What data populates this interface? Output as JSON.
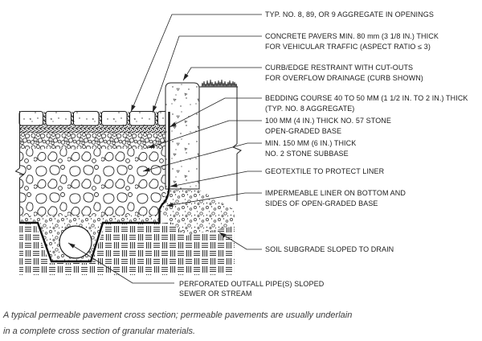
{
  "figure": {
    "caption": {
      "line1": "A typical permeable pavement cross section; permeable pavements are usually underlain",
      "line2": "in a complete cross section of granular materials."
    }
  },
  "callouts": {
    "aggregate_openings": {
      "line1": "TYP. NO. 8, 89, OR 9 AGGREGATE IN OPENINGS"
    },
    "concrete_pavers": {
      "line1": "CONCRETE PAVERS MIN. 80 mm (3 1/8 IN.) THICK",
      "line2": "FOR VEHICULAR TRAFFIC (ASPECT RATIO ≤ 3)"
    },
    "curb_edge_restraint": {
      "line1": "CURB/EDGE RESTRAINT WITH CUT-OUTS",
      "line2": "FOR OVERFLOW DRAINAGE (CURB SHOWN)"
    },
    "bedding_course": {
      "line1": "BEDDING COURSE 40 TO 50 MM (1 1/2 IN. TO 2 IN.) THICK",
      "line2": "(TYP. NO. 8 AGGREGATE)"
    },
    "open_graded_base": {
      "line1": "100 MM (4 IN.) THICK NO. 57 STONE",
      "line2": "OPEN-GRADED BASE"
    },
    "stone_subbase": {
      "line1": "MIN. 150 MM (6 IN.) THICK",
      "line2": "NO. 2 STONE SUBBASE"
    },
    "geotextile": {
      "line1": "GEOTEXTILE TO PROTECT LINER"
    },
    "impermeable_liner": {
      "line1": "IMPERMEABLE LINER ON BOTTOM AND",
      "line2": "SIDES OF OPEN-GRADED BASE"
    },
    "soil_subgrade": {
      "line1": "SOIL SUBGRADE SLOPED TO DRAIN"
    },
    "outfall_pipe": {
      "line1": "PERFORATED OUTFALL PIPE(S) SLOPED",
      "line2": "SEWER OR STREAM"
    }
  },
  "colors": {
    "ink": "#1c1c1c",
    "liner": "#111111",
    "background": "#ffffff",
    "caption_text": "#3a3a3a"
  }
}
